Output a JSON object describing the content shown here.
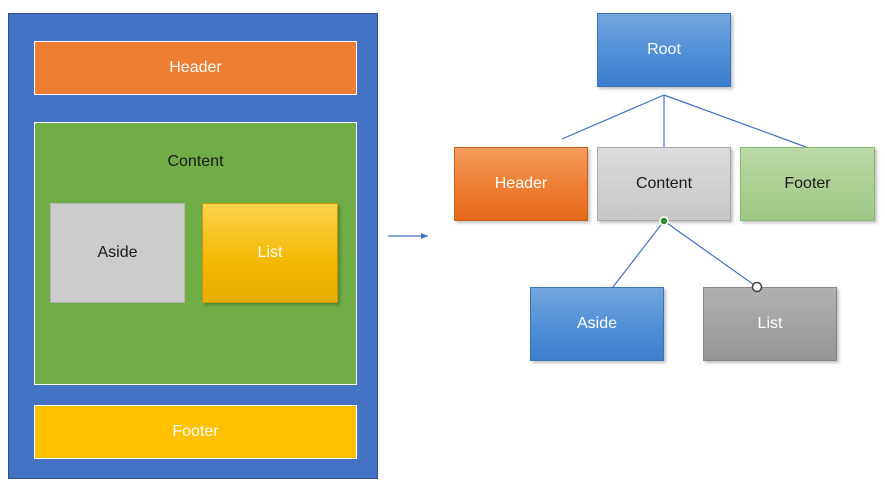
{
  "layout": {
    "header": "Header",
    "content": "Content",
    "aside": "Aside",
    "list": "List",
    "footer": "Footer"
  },
  "tree": {
    "root": "Root",
    "header": "Header",
    "content": "Content",
    "footer": "Footer",
    "aside": "Aside",
    "list": "List"
  },
  "colors": {
    "frame": "#4472c4",
    "header": "#ed7d31",
    "content": "#70ad47",
    "footer": "#ffc000",
    "aside": "#cccccc",
    "list": "#ffc000",
    "connector": "#4472c4",
    "handle_green": "#2e8b2e"
  }
}
